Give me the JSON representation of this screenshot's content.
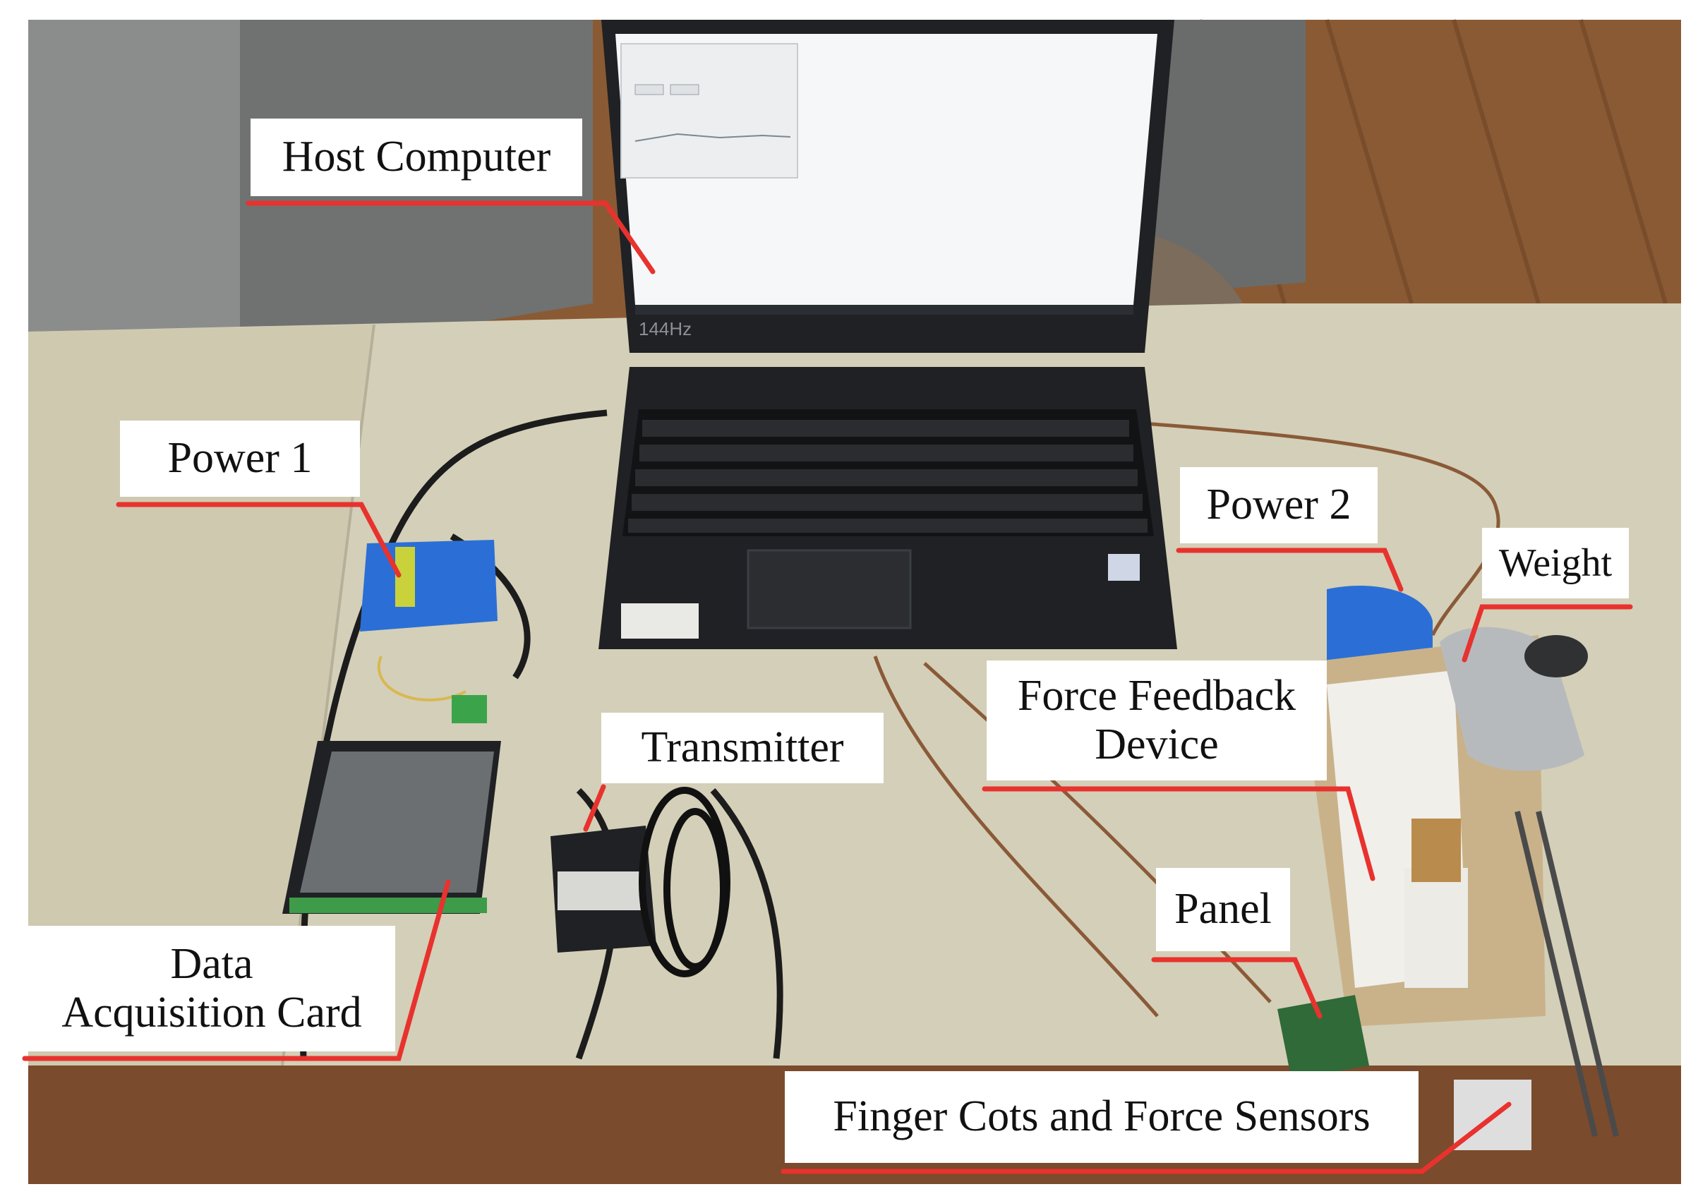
{
  "labels": {
    "host_computer": "Host Computer",
    "power_1": "Power 1",
    "power_2": "Power 2",
    "weight": "Weight",
    "force_feedback_line1": "Force Feedback",
    "force_feedback_line2": "Device",
    "transmitter": "Transmitter",
    "panel": "Panel",
    "dac_line1": "Data",
    "dac_line2": "Acquisition Card",
    "finger_cots": "Finger Cots and Force Sensors"
  },
  "laptop_brand": "144Hz",
  "colors": {
    "leader_line": "#e8322e",
    "table": "#d4cfb8",
    "floor": "#8a5a34",
    "laptop_body": "#1f2124",
    "screen": "#f6f7f8",
    "battery": "#2b6fd6"
  },
  "icons": {
    "leader": "red-leader-line"
  }
}
